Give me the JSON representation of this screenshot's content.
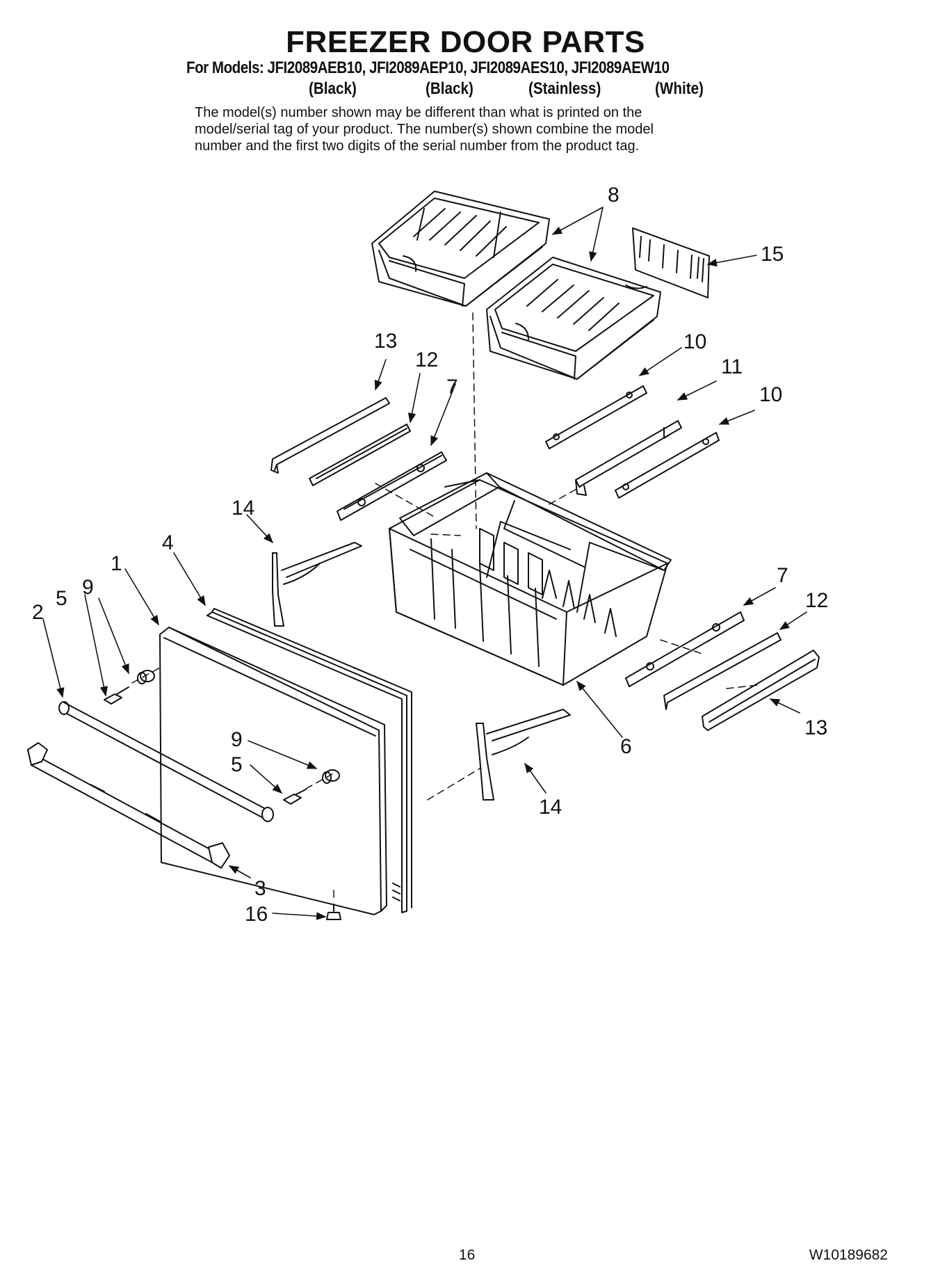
{
  "header": {
    "title": "FREEZER DOOR PARTS",
    "models_line": "For Models: JFI2089AEB10, JFI2089AEP10, JFI2089AES10, JFI2089AEW10",
    "model_colors": [
      "(Black)",
      "(Black)",
      "(Stainless)",
      "(White)"
    ],
    "note_lines": [
      "The model(s) number shown may be different than what is printed on the",
      "model/serial tag of your product. The number(s) shown combine the model",
      "number and the first two digits of the serial number from the product tag."
    ]
  },
  "callouts": {
    "c8": "8",
    "c15": "15",
    "c13a": "13",
    "c12a": "12",
    "c7a": "7",
    "c10a": "10",
    "c11": "11",
    "c10b": "10",
    "c14a": "14",
    "c4": "4",
    "c1": "1",
    "c2": "2",
    "c5a": "5",
    "c9a": "9",
    "c7b": "7",
    "c12b": "12",
    "c13b": "13",
    "c6": "6",
    "c9b": "9",
    "c5b": "5",
    "c14b": "14",
    "c3": "3",
    "c16": "16"
  },
  "footer": {
    "page_number": "16",
    "document_number": "W10189682"
  }
}
